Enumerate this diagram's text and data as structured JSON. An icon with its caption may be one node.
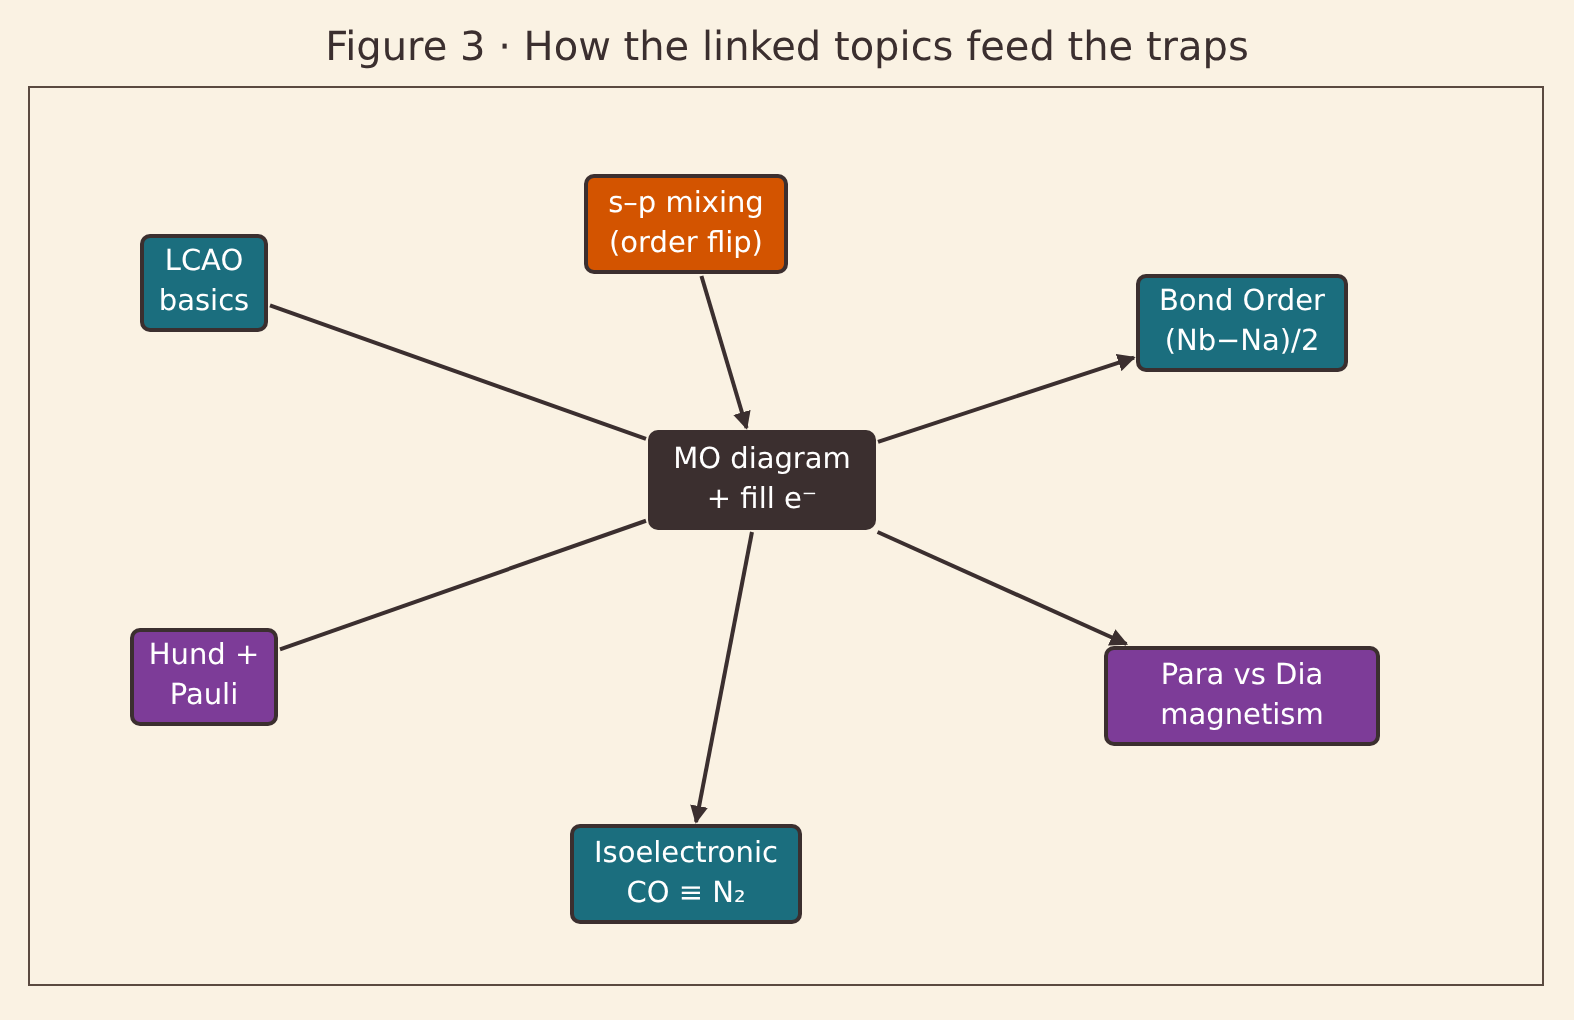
{
  "diagram": {
    "title": "Figure 3 · How the linked topics feed the traps",
    "nodes": [
      {
        "text": [
          "s–p mixing (order flip)"
        ]
      },
      {
        "text": [
          "LCAO basics"
        ]
      },
      {
        "text": [
          "Bond Order (Nb−Na)/2"
        ]
      },
      {
        "text": [
          "MO diagram + fill e⁻"
        ]
      },
      {
        "text": [
          "Hund + Pauli"
        ]
      },
      {
        "text": [
          "Para vs Dia magnetism"
        ]
      },
      {
        "text": [
          "Isoelectronic CO ≡ N₂"
        ]
      }
    ],
    "edges": [
      {
        "from": 1,
        "to": 3,
        "arrow": "none"
      },
      {
        "from": 0,
        "to": 3,
        "arrow": "to"
      },
      {
        "from": 3,
        "to": 2,
        "arrow": "to"
      },
      {
        "from": 4,
        "to": 3,
        "arrow": "none"
      },
      {
        "from": 3,
        "to": 5,
        "arrow": "to"
      },
      {
        "from": 3,
        "to": 6,
        "arrow": "to"
      }
    ]
  }
}
